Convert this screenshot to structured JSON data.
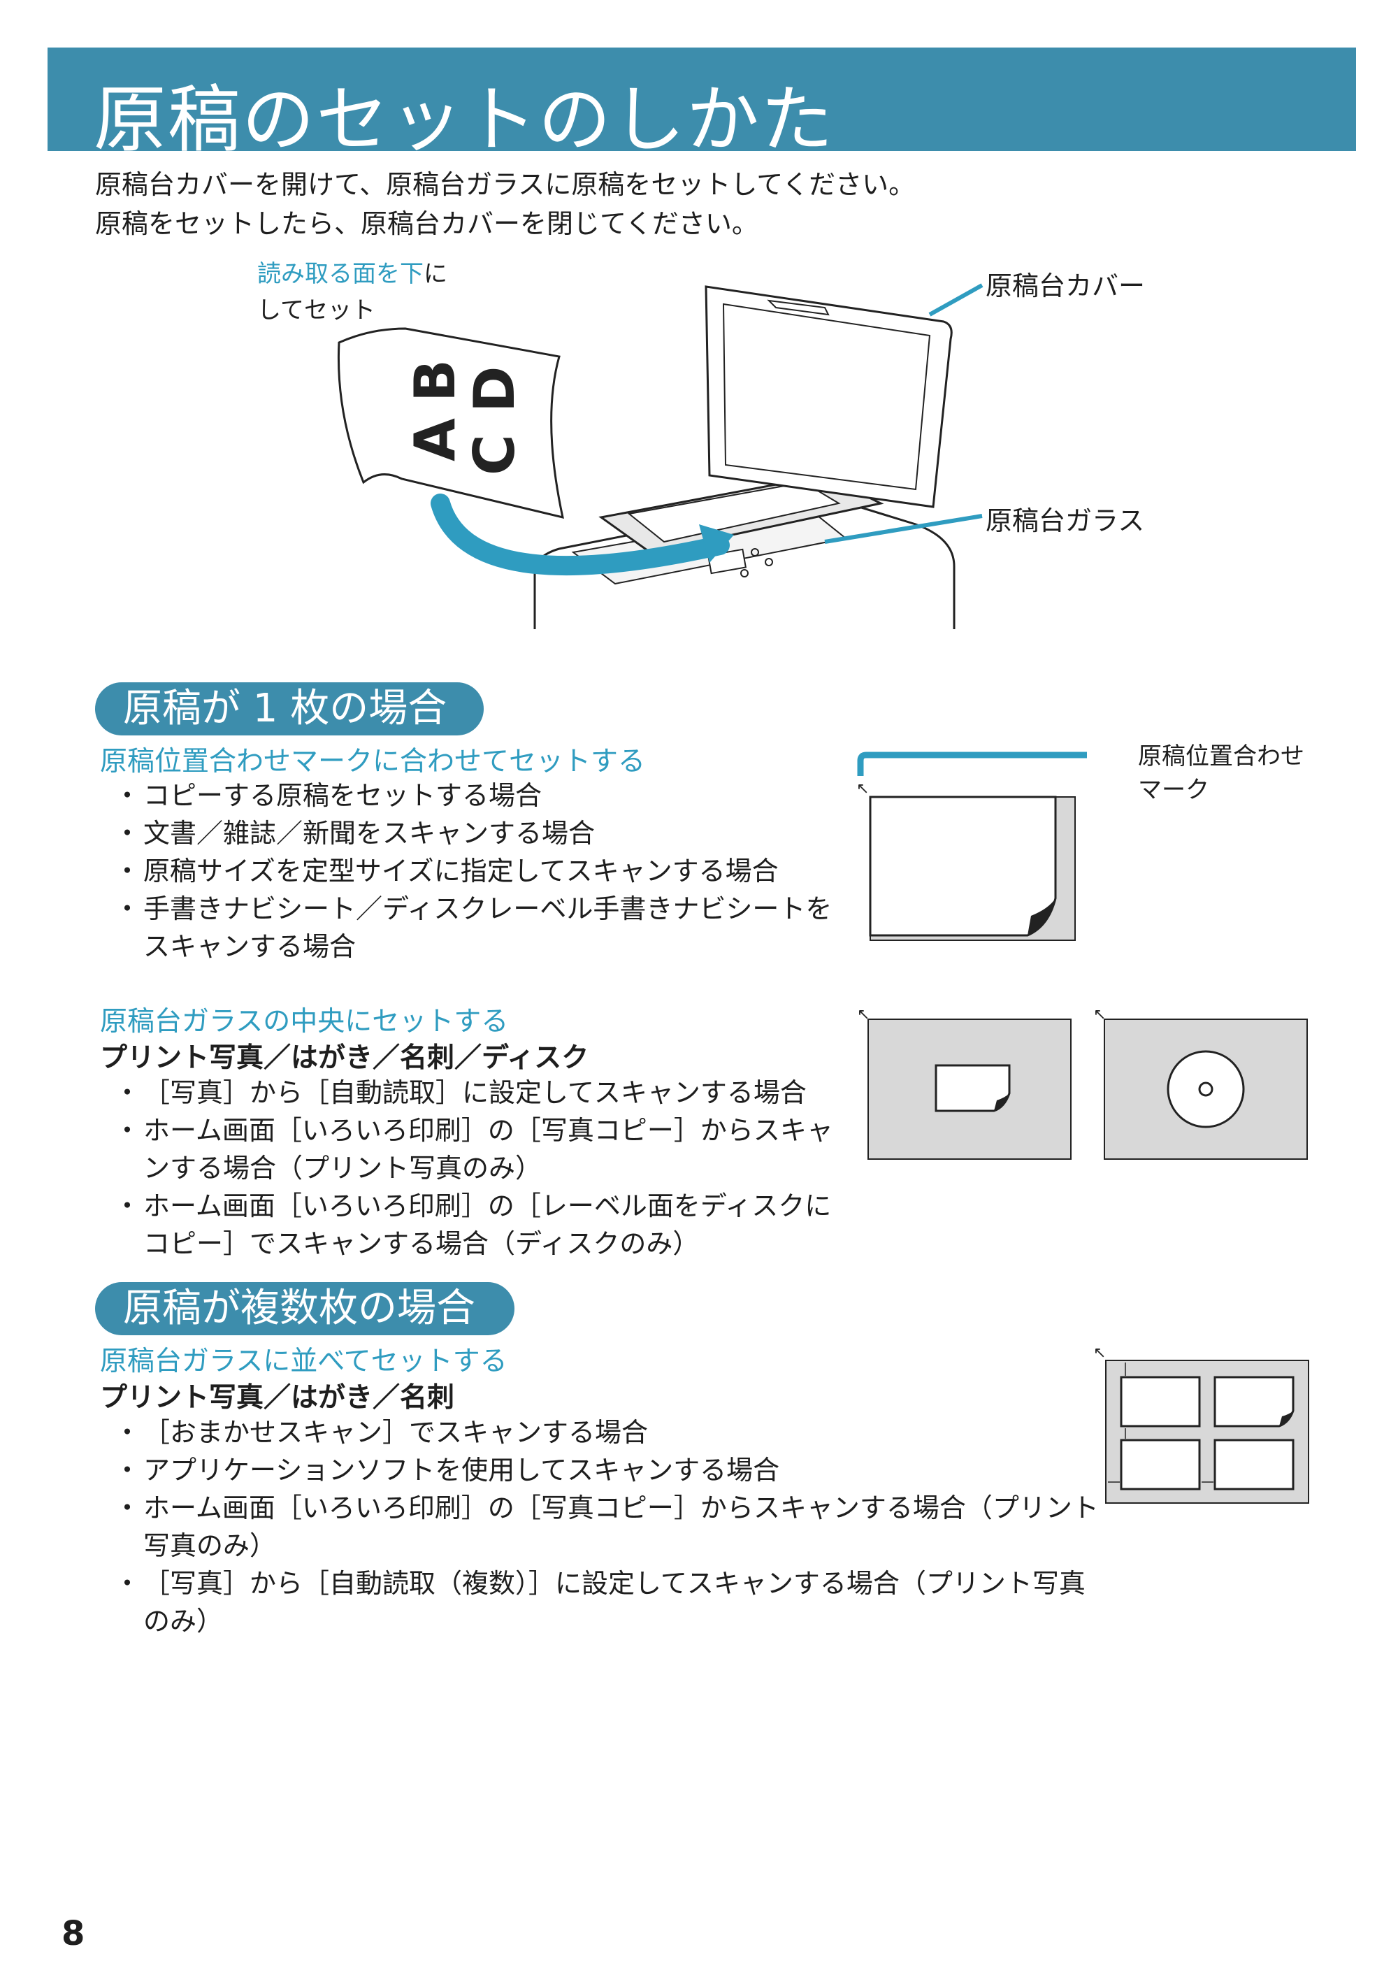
{
  "title": "原稿のセットのしかた",
  "intro": [
    "原稿台カバーを開けて、原稿台ガラスに原稿をセットしてください。",
    "原稿をセットしたら、原稿台カバーを閉じてください。"
  ],
  "illustration": {
    "face_down_emphasis": "読み取る面を下",
    "face_down_suffix": "に",
    "face_down_line2": "してセット",
    "cover_label": "原稿台カバー",
    "glass_label": "原稿台ガラス",
    "doc_letters": [
      "A",
      "B",
      "C",
      "D"
    ]
  },
  "section1": {
    "heading": "原稿が 1 枚の場合",
    "sub1": {
      "title": "原稿位置合わせマークに合わせてセットする",
      "items": [
        "コピーする原稿をセットする場合",
        "文書／雑誌／新聞をスキャンする場合",
        "原稿サイズを定型サイズに指定してスキャンする場合",
        "手書きナビシート／ディスクレーベル手書きナビシートをスキャンする場合"
      ],
      "mark_label_line1": "原稿位置合わせ",
      "mark_label_line2": "マーク"
    },
    "sub2": {
      "title": "原稿台ガラスの中央にセットする",
      "bold": "プリント写真／はがき／名刺／ディスク",
      "items": [
        "［写真］から［自動読取］に設定してスキャンする場合",
        "ホーム画面［いろいろ印刷］の［写真コピー］からスキャンする場合（プリント写真のみ）",
        "ホーム画面［いろいろ印刷］の［レーベル面をディスクにコピー］でスキャンする場合（ディスクのみ）"
      ]
    }
  },
  "section2": {
    "heading": "原稿が複数枚の場合",
    "sub": {
      "title": "原稿台ガラスに並べてセットする",
      "bold": "プリント写真／はがき／名刺",
      "items": [
        "［おまかせスキャン］でスキャンする場合",
        "アプリケーションソフトを使用してスキャンする場合",
        "ホーム画面［いろいろ印刷］の［写真コピー］からスキャンする場合（プリント写真のみ）",
        "［写真］から［自動読取（複数）］に設定してスキャンする場合（プリント写真のみ）"
      ]
    }
  },
  "page_number": "8",
  "colors": {
    "accent": "#3d8dac",
    "sub_heading": "#2f9cc0",
    "glass_gray": "#d8d8d8"
  }
}
